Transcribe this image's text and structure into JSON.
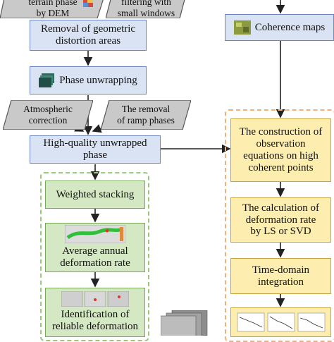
{
  "nodes": {
    "terrain_phase": "terrain phase\nby DEM",
    "filtering": "filtering with\nsmall windows",
    "removal_geometric": "Removal of geometric\ndistortion areas",
    "phase_unwrapping": "Phase unwrapping",
    "atmospheric": "Atmospheric\ncorrection",
    "ramp": "The removal\nof ramp phases",
    "high_quality": "High-quality unwrapped\nphase",
    "coherence_maps": "Coherence maps",
    "construction": "The construction of\nobservation\nequations on high\ncoherent points",
    "weighted_stacking": "Weighted stacking",
    "average_annual": "Average annual\ndeformation rate",
    "calculation": "The calculation of\ndeformation rate\nby LS or SVD",
    "time_domain": "Time-domain\nintegration",
    "identification": "Identification of\nreliable deformation"
  },
  "colors": {
    "blue_fill": "#dae3f3",
    "green_fill": "#d5e8c4",
    "yellow_fill": "#fdeeb0",
    "gray_fill": "#c9c9c9",
    "arrow": "#222222",
    "dash_green": "#9ac97a",
    "dash_orange": "#f0b27a"
  },
  "icons": [
    "terrain-thumbnail-icon",
    "coherence-map-icon",
    "unwrapped-phase-icon",
    "deformation-map-thumbnail",
    "deformation-panels-thumbnail",
    "time-series-thumbnail",
    "image-stack-thumbnail"
  ]
}
